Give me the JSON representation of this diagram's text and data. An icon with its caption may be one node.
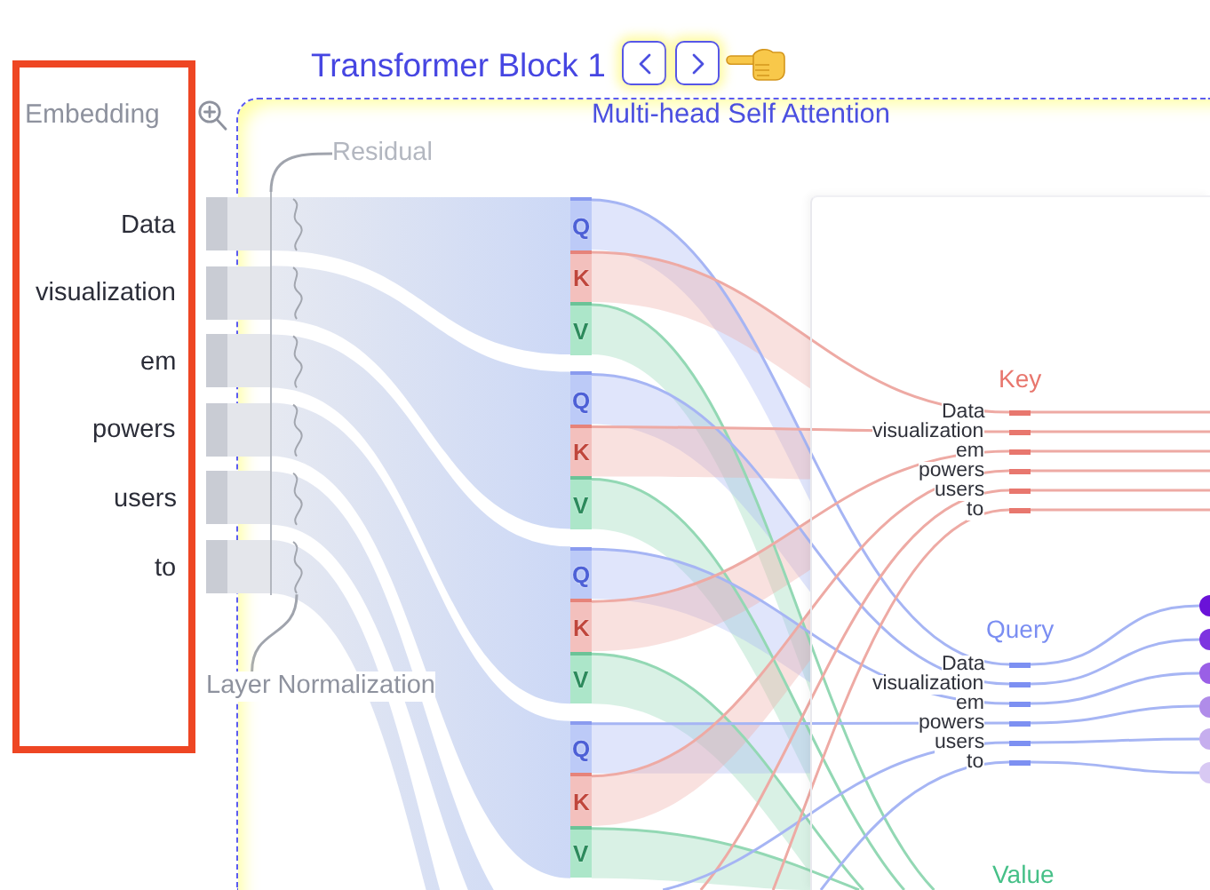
{
  "diagram": {
    "nodes": [
      {
        "text": [
          "Embedding",
          "Data",
          "visualization",
          "em",
          "powers",
          "users",
          "to"
        ]
      },
      {
        "text": [
          "Transformer Block 1",
          "Multi-head Self Attention"
        ]
      },
      {
        "text": [
          "Residual"
        ],
        "in": 1
      },
      {
        "text": [
          "Layer Normalization"
        ]
      },
      {
        "text": [
          "Key",
          "Query",
          "Value"
        ],
        "in": 1
      },
      {
        "text": [],
        "shape": "bar"
      },
      {
        "text": [],
        "shape": "bar"
      },
      {
        "text": [],
        "shape": "bar"
      },
      {
        "text": [],
        "shape": "bar"
      },
      {
        "text": [],
        "shape": "bar"
      },
      {
        "text": [],
        "shape": "bar"
      },
      {
        "text": [],
        "shape": "line",
        "in": 1
      },
      {
        "text": [],
        "shape": "bracket",
        "in": 1
      },
      {
        "text": [
          "Q"
        ],
        "in": 1
      },
      {
        "text": [
          "K"
        ],
        "in": 1
      },
      {
        "text": [
          "V"
        ],
        "in": 1
      },
      {
        "text": [
          "Q"
        ],
        "in": 1
      },
      {
        "text": [
          "K"
        ],
        "in": 1
      },
      {
        "text": [
          "V"
        ],
        "in": 1
      },
      {
        "text": [
          "Q"
        ],
        "in": 1
      },
      {
        "text": [
          "K"
        ],
        "in": 1
      },
      {
        "text": [
          "V"
        ],
        "in": 1
      },
      {
        "text": [
          "Q"
        ],
        "in": 1
      },
      {
        "text": [
          "K"
        ],
        "in": 1
      },
      {
        "text": [
          "V"
        ],
        "in": 1
      },
      {
        "text": [],
        "shape": "bar",
        "beside": [
          "Data"
        ],
        "in": 4
      },
      {
        "text": [],
        "shape": "bar",
        "beside": [
          "visualization"
        ],
        "in": 4
      },
      {
        "text": [],
        "shape": "bar",
        "beside": [
          "em"
        ],
        "in": 4
      },
      {
        "text": [],
        "shape": "bar",
        "beside": [
          "powers"
        ],
        "in": 4
      },
      {
        "text": [],
        "shape": "bar",
        "beside": [
          "users"
        ],
        "in": 4
      },
      {
        "text": [],
        "shape": "bar",
        "beside": [
          "to"
        ],
        "in": 4
      },
      {
        "text": [],
        "shape": "bar",
        "beside": [
          "Data"
        ],
        "in": 4
      },
      {
        "text": [],
        "shape": "bar",
        "beside": [
          "visualization"
        ],
        "in": 4
      },
      {
        "text": [],
        "shape": "bar",
        "beside": [
          "em"
        ],
        "in": 4
      },
      {
        "text": [],
        "shape": "bar",
        "beside": [
          "powers"
        ],
        "in": 4
      },
      {
        "text": [],
        "shape": "bar",
        "beside": [
          "users"
        ],
        "in": 4
      },
      {
        "text": [],
        "shape": "bar",
        "beside": [
          "to"
        ],
        "in": 4
      },
      {
        "text": [],
        "shape": "circle",
        "in": 4
      },
      {
        "text": [],
        "shape": "circle",
        "in": 4
      },
      {
        "text": [],
        "shape": "circle",
        "in": 4
      },
      {
        "text": [],
        "shape": "circle",
        "in": 4
      },
      {
        "text": [],
        "shape": "circle",
        "in": 4
      },
      {
        "text": [],
        "shape": "circle",
        "in": 4
      }
    ],
    "edges": [
      {
        "from": 2,
        "to": 11,
        "arrow": "none",
        "color": "#a0a4ad"
      },
      {
        "from": 3,
        "to": 12,
        "arrow": "none",
        "color": "#a0a4ad"
      },
      {
        "from": 5,
        "to": 13,
        "arrow": "none"
      },
      {
        "from": 5,
        "to": 14,
        "arrow": "none"
      },
      {
        "from": 5,
        "to": 15,
        "arrow": "none"
      },
      {
        "from": 6,
        "to": 16,
        "arrow": "none"
      },
      {
        "from": 6,
        "to": 17,
        "arrow": "none"
      },
      {
        "from": 6,
        "to": 18,
        "arrow": "none"
      },
      {
        "from": 7,
        "to": 19,
        "arrow": "none"
      },
      {
        "from": 7,
        "to": 20,
        "arrow": "none"
      },
      {
        "from": 7,
        "to": 21,
        "arrow": "none"
      },
      {
        "from": 8,
        "to": 22,
        "arrow": "none"
      },
      {
        "from": 8,
        "to": 23,
        "arrow": "none"
      },
      {
        "from": 8,
        "to": 24,
        "arrow": "none"
      },
      {
        "from": 9,
        "to": 1,
        "arrow": "none"
      },
      {
        "from": 10,
        "to": 1,
        "arrow": "none"
      },
      {
        "from": 13,
        "to": 31,
        "arrow": "none",
        "color": "#a6b5f4"
      },
      {
        "from": 14,
        "to": 25,
        "arrow": "none",
        "color": "#eeaaa4"
      },
      {
        "from": 15,
        "to": 4,
        "arrow": "none",
        "color": "#93d8b4"
      },
      {
        "from": 16,
        "to": 32,
        "arrow": "none",
        "color": "#a6b5f4"
      },
      {
        "from": 17,
        "to": 26,
        "arrow": "none",
        "color": "#eeaaa4"
      },
      {
        "from": 18,
        "to": 4,
        "arrow": "none",
        "color": "#93d8b4"
      },
      {
        "from": 19,
        "to": 33,
        "arrow": "none",
        "color": "#a6b5f4"
      },
      {
        "from": 20,
        "to": 27,
        "arrow": "none",
        "color": "#eeaaa4"
      },
      {
        "from": 21,
        "to": 4,
        "arrow": "none",
        "color": "#93d8b4"
      },
      {
        "from": 22,
        "to": 34,
        "arrow": "none",
        "color": "#a6b5f4"
      },
      {
        "from": 23,
        "to": 28,
        "arrow": "none",
        "color": "#eeaaa4"
      },
      {
        "from": 24,
        "to": 4,
        "arrow": "none",
        "color": "#93d8b4"
      },
      {
        "from": null,
        "to": 29,
        "arrow": "none",
        "color": "#eeaaa4"
      },
      {
        "from": null,
        "to": 35,
        "arrow": "none",
        "color": "#a6b5f4"
      },
      {
        "from": null,
        "to": 30,
        "arrow": "none",
        "color": "#eeaaa4"
      },
      {
        "from": null,
        "to": 36,
        "arrow": "none",
        "color": "#a6b5f4"
      },
      {
        "from": 25,
        "to": null,
        "arrow": "none",
        "color": "#eeaaa4"
      },
      {
        "from": 26,
        "to": null,
        "arrow": "none",
        "color": "#eeaaa4"
      },
      {
        "from": 27,
        "to": null,
        "arrow": "none",
        "color": "#eeaaa4"
      },
      {
        "from": 28,
        "to": null,
        "arrow": "none",
        "color": "#eeaaa4"
      },
      {
        "from": 29,
        "to": null,
        "arrow": "none",
        "color": "#eeaaa4"
      },
      {
        "from": 30,
        "to": null,
        "arrow": "none",
        "color": "#eeaaa4"
      },
      {
        "from": 31,
        "to": 37,
        "arrow": "none",
        "color": "#a6b5f4"
      },
      {
        "from": 32,
        "to": 38,
        "arrow": "none",
        "color": "#a6b5f4"
      },
      {
        "from": 33,
        "to": 39,
        "arrow": "none",
        "color": "#a6b5f4"
      },
      {
        "from": 34,
        "to": 40,
        "arrow": "none",
        "color": "#a6b5f4"
      },
      {
        "from": 35,
        "to": 41,
        "arrow": "none",
        "color": "#a6b5f4"
      },
      {
        "from": 36,
        "to": 42,
        "arrow": "none",
        "color": "#a6b5f4"
      }
    ]
  }
}
